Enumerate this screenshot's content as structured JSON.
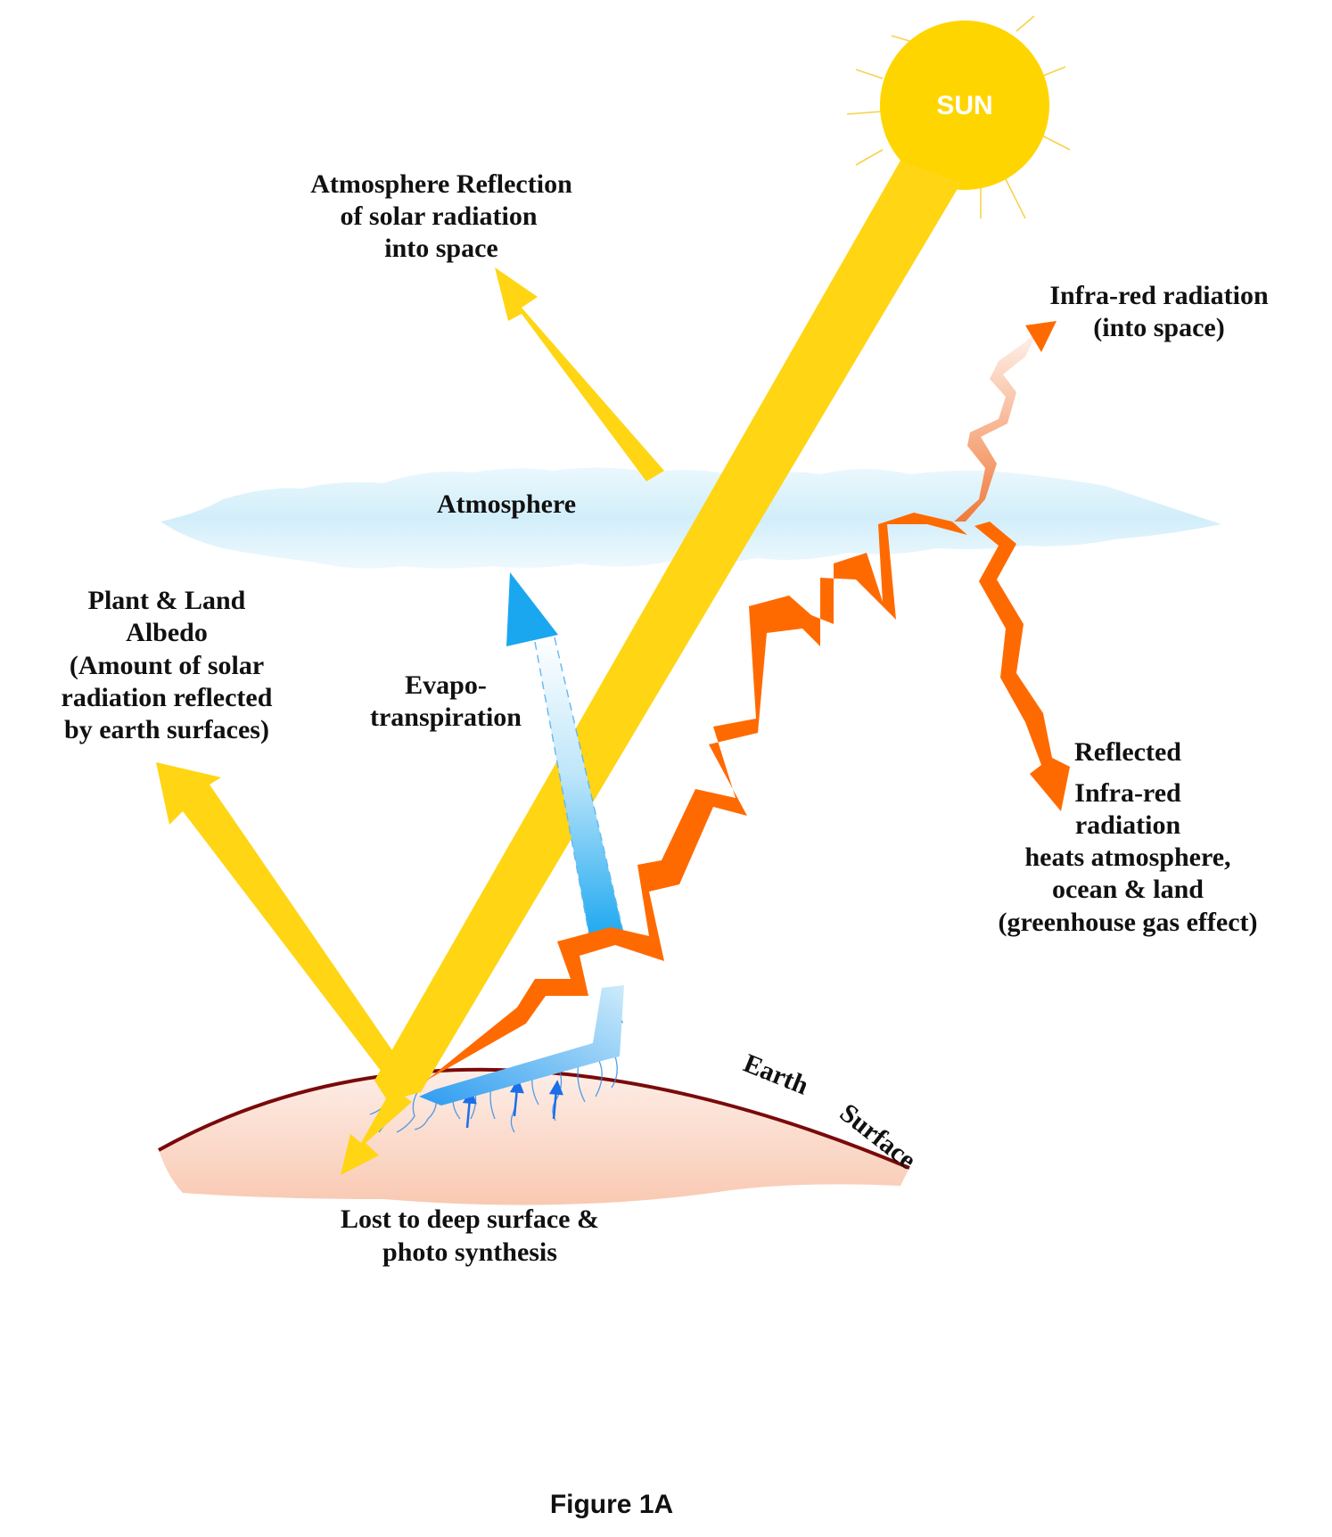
{
  "sun": {
    "label": "SUN"
  },
  "labels": {
    "atmosphere_reflection": [
      "Atmosphere Reflection",
      "of solar radiation",
      "into space"
    ],
    "infrared_space": [
      "Infra-red radiation",
      "(into space)"
    ],
    "atmosphere": "Atmosphere",
    "plant_land_albedo": [
      "Plant & Land",
      "Albedo",
      "(Amount of solar",
      "radiation reflected",
      "by earth surfaces)"
    ],
    "evapotranspiration": [
      "Evapo-",
      "transpiration"
    ],
    "reflected_infrared": [
      "Reflected",
      "Infra-red",
      "radiation",
      "heats atmosphere,",
      "ocean & land",
      "(greenhouse gas effect)"
    ],
    "earth": "Earth",
    "surface": "Surface",
    "lost_deep_surface": [
      "Lost to deep surface &",
      "photo synthesis"
    ]
  },
  "figure_caption": "Figure 1A",
  "colors": {
    "sun": "#FFD500",
    "solar_beam": "#FFD514",
    "infrared": "#FF6A00",
    "evaporation": "#1AA7F0",
    "atmosphere": "#D8F0FA",
    "earth_fill": "#FBD4C2",
    "earth_outline": "#7A0A0A"
  }
}
